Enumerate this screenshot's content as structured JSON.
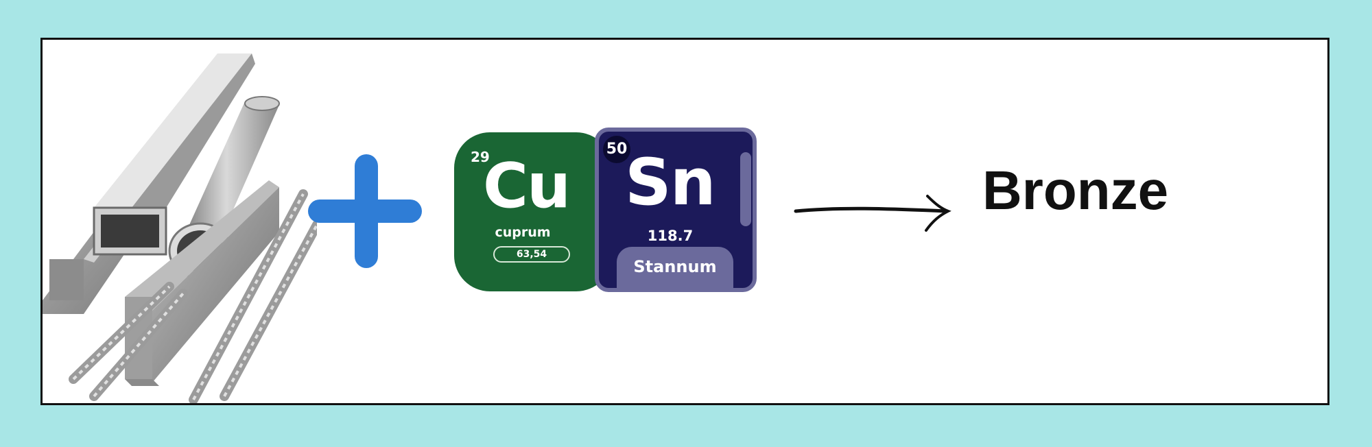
{
  "colors": {
    "background": "#a8e6e6",
    "plus": "#2f7dd6",
    "copper_tile": "#1a6634",
    "tin_tile": "#1c1a5a",
    "tin_accent": "#6b6a9c"
  },
  "copper": {
    "atomic_number": "29",
    "symbol": "Cu",
    "name": "cuprum",
    "mass": "63,54"
  },
  "tin": {
    "atomic_number": "50",
    "symbol": "Sn",
    "mass": "118.7",
    "name": "Stannum"
  },
  "result": "Bronze",
  "icons": [
    "metal-bars-illustration",
    "plus-icon",
    "arrow-icon"
  ]
}
